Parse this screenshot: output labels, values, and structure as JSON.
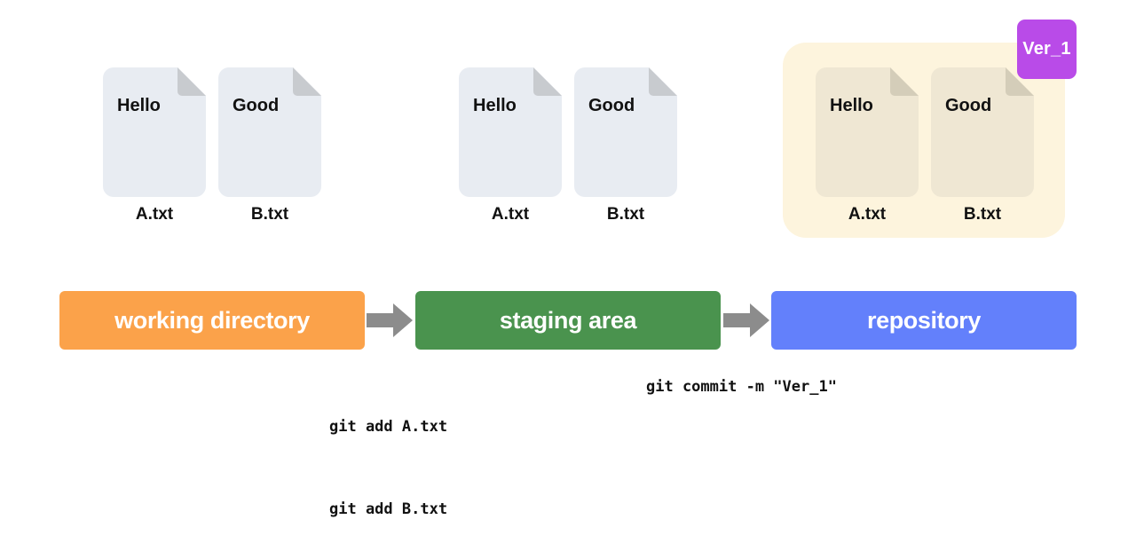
{
  "groups": {
    "working_directory": {
      "files": [
        {
          "content": "Hello",
          "name": "A.txt"
        },
        {
          "content": "Good",
          "name": "B.txt"
        }
      ]
    },
    "staging_area": {
      "files": [
        {
          "content": "Hello",
          "name": "A.txt"
        },
        {
          "content": "Good",
          "name": "B.txt"
        }
      ]
    },
    "repository": {
      "version_badge": "Ver_1",
      "files": [
        {
          "content": "Hello",
          "name": "A.txt"
        },
        {
          "content": "Good",
          "name": "B.txt"
        }
      ]
    }
  },
  "stages": {
    "working_directory": "working directory",
    "staging_area": "staging area",
    "repository": "repository"
  },
  "commands": {
    "add": [
      "git add A.txt",
      "git add B.txt"
    ],
    "commit": "git commit -m \"Ver_1\""
  },
  "colors": {
    "working_directory": "#fba24a",
    "staging_area": "#4a934e",
    "repository": "#6380fb",
    "repository_background": "#fdf4dd",
    "version_badge": "#b94be8",
    "document": "#e8ecf2",
    "document_repo": "#efe7d3",
    "arrow": "#8c8c8c"
  }
}
